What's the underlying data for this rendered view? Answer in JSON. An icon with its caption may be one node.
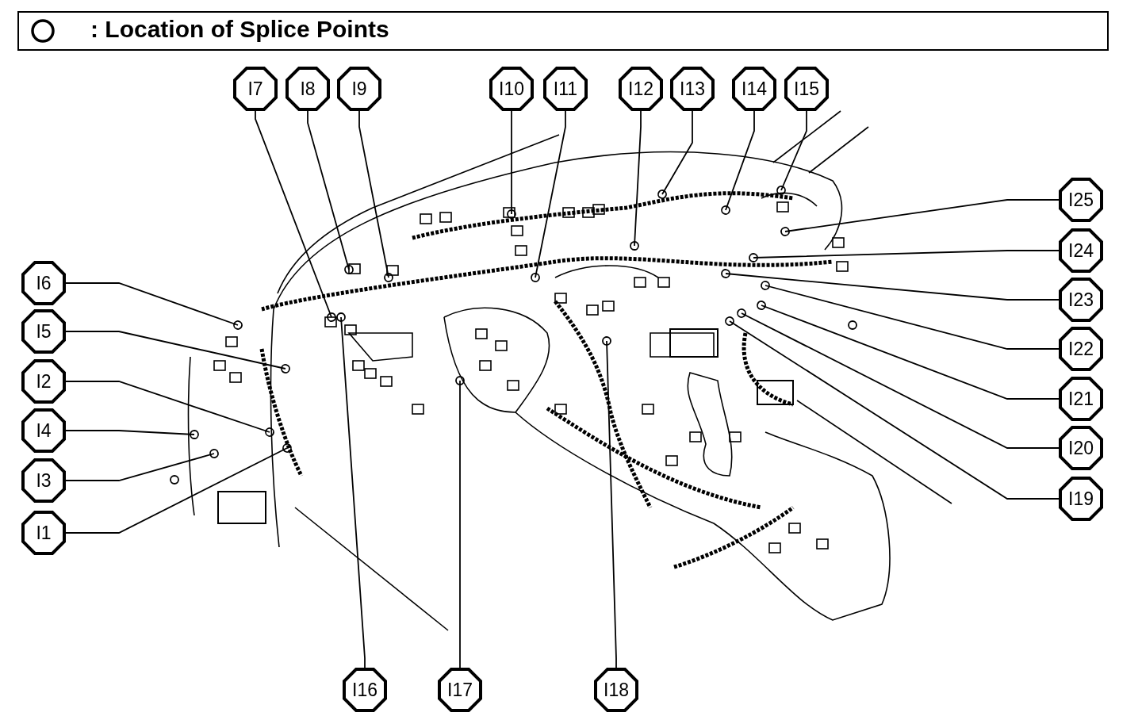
{
  "diagram": {
    "nodes": [
      {
        "text": [
          "I1"
        ]
      },
      {
        "text": [
          "I2"
        ]
      },
      {
        "text": [
          "I3"
        ]
      },
      {
        "text": [
          "I4"
        ]
      },
      {
        "text": [
          "I5"
        ]
      },
      {
        "text": [
          "I6"
        ]
      },
      {
        "text": [
          "I7"
        ]
      },
      {
        "text": [
          "I8"
        ]
      },
      {
        "text": [
          "I9"
        ]
      },
      {
        "text": [
          "I10"
        ]
      },
      {
        "text": [
          "I11"
        ]
      },
      {
        "text": [
          "I12"
        ]
      },
      {
        "text": [
          "I13"
        ]
      },
      {
        "text": [
          "I14"
        ]
      },
      {
        "text": [
          "I15"
        ]
      },
      {
        "text": [
          "I16"
        ]
      },
      {
        "text": [
          "I17"
        ]
      },
      {
        "text": [
          "I18"
        ]
      },
      {
        "text": [
          "I19"
        ]
      },
      {
        "text": [
          "I20"
        ]
      },
      {
        "text": [
          "I21"
        ]
      },
      {
        "text": [
          "I22"
        ]
      },
      {
        "text": [
          "I23"
        ]
      },
      {
        "text": [
          "I24"
        ]
      },
      {
        "text": [
          "I25"
        ]
      }
    ],
    "edges": [
      {
        "from": 0,
        "to": null,
        "arrow": "other"
      },
      {
        "from": 1,
        "to": null,
        "arrow": "other"
      },
      {
        "from": 2,
        "to": null,
        "arrow": "other"
      },
      {
        "from": 3,
        "to": null,
        "arrow": "other"
      },
      {
        "from": 4,
        "to": null,
        "arrow": "other"
      },
      {
        "from": 5,
        "to": null,
        "arrow": "other"
      },
      {
        "from": 6,
        "to": null,
        "arrow": "other"
      },
      {
        "from": 7,
        "to": null,
        "arrow": "other"
      },
      {
        "from": 8,
        "to": null,
        "arrow": "other"
      },
      {
        "from": 9,
        "to": null,
        "arrow": "other"
      },
      {
        "from": 10,
        "to": null,
        "arrow": "other"
      },
      {
        "from": 11,
        "to": null,
        "arrow": "other"
      },
      {
        "from": 12,
        "to": null,
        "arrow": "other"
      },
      {
        "from": 13,
        "to": null,
        "arrow": "other"
      },
      {
        "from": 14,
        "to": null,
        "arrow": "other"
      },
      {
        "from": 15,
        "to": null,
        "arrow": "other"
      },
      {
        "from": 16,
        "to": null,
        "arrow": "other"
      },
      {
        "from": 17,
        "to": null,
        "arrow": "other"
      },
      {
        "from": 18,
        "to": null,
        "arrow": "other"
      },
      {
        "from": 19,
        "to": null,
        "arrow": "other"
      },
      {
        "from": 20,
        "to": null,
        "arrow": "other"
      },
      {
        "from": 21,
        "to": null,
        "arrow": "other"
      },
      {
        "from": 22,
        "to": null,
        "arrow": "other"
      },
      {
        "from": 23,
        "to": null,
        "arrow": "other"
      },
      {
        "from": 24,
        "to": null,
        "arrow": "other"
      }
    ],
    "legend": [
      {
        "text": ": Location of Splice Points"
      }
    ]
  }
}
